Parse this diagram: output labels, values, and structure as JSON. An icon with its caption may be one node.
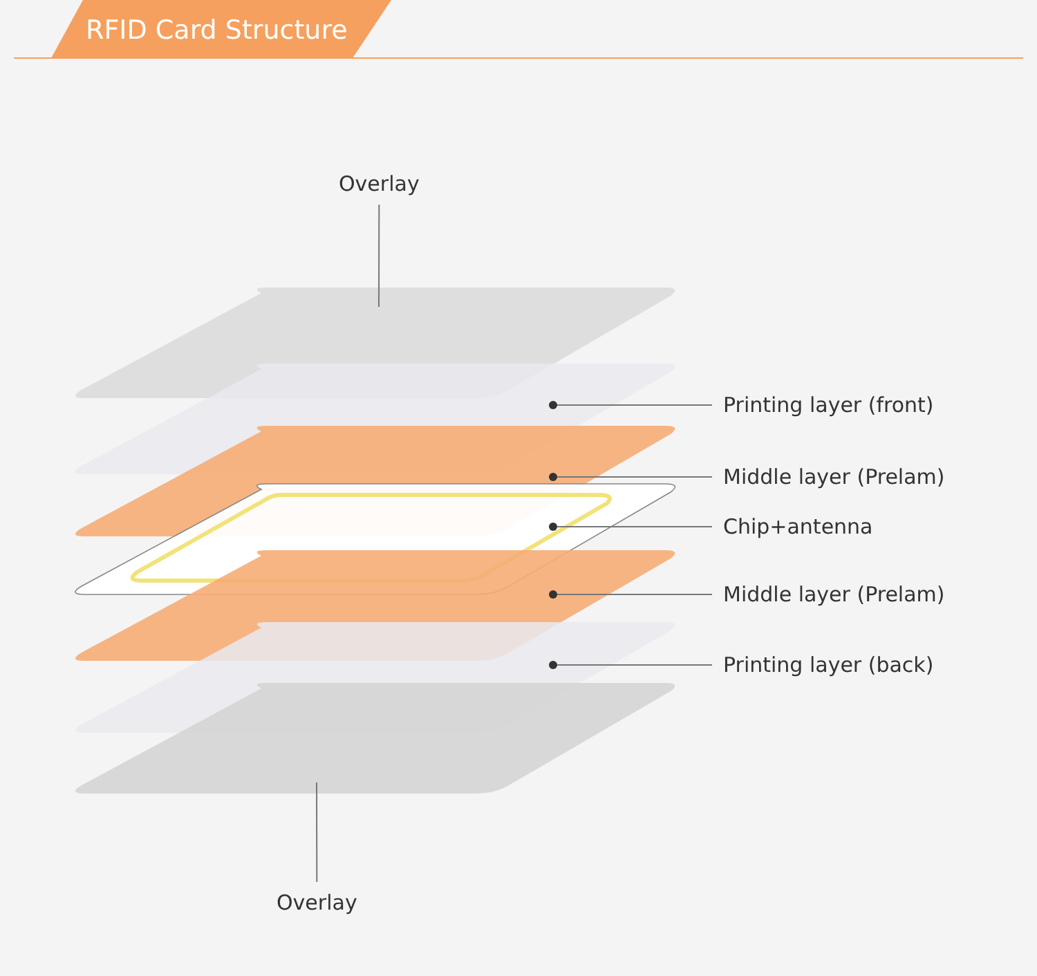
{
  "diagram": {
    "title": "RFID Card Structure",
    "nodes": [
      {
        "text": [
          "Overlay"
        ]
      },
      {
        "text": [],
        "shape": "box"
      },
      {
        "text": [],
        "shape": "box"
      },
      {
        "text": [
          "Printing layer (front)"
        ]
      },
      {
        "text": [],
        "shape": "box"
      },
      {
        "text": [
          "Middle layer (Prelam)"
        ]
      },
      {
        "text": [],
        "shape": "box"
      },
      {
        "text": [
          "Chip+antenna"
        ]
      },
      {
        "text": [],
        "shape": "box"
      },
      {
        "text": [
          "Middle layer (Prelam)"
        ]
      },
      {
        "text": [],
        "shape": "box"
      },
      {
        "text": [
          "Printing layer (back)"
        ]
      },
      {
        "text": [],
        "shape": "box"
      },
      {
        "text": [
          "Overlay"
        ]
      }
    ],
    "edges": [
      {
        "from": 0,
        "to": 1,
        "arrow": "none"
      },
      {
        "from": 3,
        "to": 2,
        "arrow": "other"
      },
      {
        "from": 5,
        "to": 4,
        "arrow": "other"
      },
      {
        "from": 7,
        "to": 6,
        "arrow": "other"
      },
      {
        "from": 9,
        "to": 8,
        "arrow": "other"
      },
      {
        "from": 11,
        "to": 10,
        "arrow": "other"
      },
      {
        "from": 13,
        "to": 12,
        "arrow": "none"
      }
    ]
  }
}
